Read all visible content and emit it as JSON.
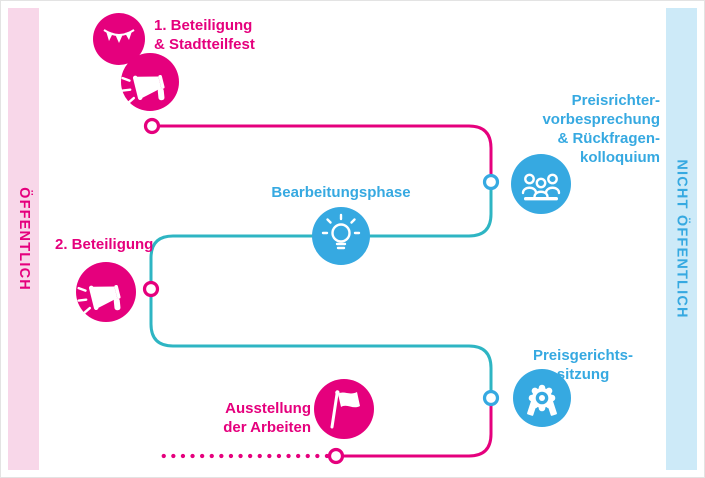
{
  "diagram": {
    "sidebar_left": {
      "label": "ÖFFENTLICH"
    },
    "sidebar_right": {
      "label": "NICHT ÖFFENTLICH"
    },
    "steps": {
      "beteiligung1": {
        "line1": "1. Beteiligung",
        "line2": "& Stadtteilfest"
      },
      "preisrichter": {
        "line1": "Preisrichter-",
        "line2": "vorbesprechung",
        "line3": "& Rückfragen-",
        "line4": "kolloquium"
      },
      "bearbeitungsphase": {
        "label": "Bearbeitungsphase"
      },
      "beteiligung2": {
        "label": "2. Beteiligung"
      },
      "preisgericht": {
        "line1": "Preisgerichts-",
        "line2": "sitzung"
      },
      "ausstellung": {
        "line1": "Ausstellung",
        "line2": "der Arbeiten"
      }
    },
    "icons": [
      "pennant-banner-icon",
      "megaphone-icon",
      "jury-people-icon",
      "lightbulb-icon",
      "award-medal-icon",
      "flag-icon"
    ],
    "colors": {
      "pink": "#e5007d",
      "blue": "#36a9e1",
      "teal": "#2eb5c3",
      "pink_band": "#f8d7e9",
      "blue_band": "#cdeaf8"
    }
  }
}
